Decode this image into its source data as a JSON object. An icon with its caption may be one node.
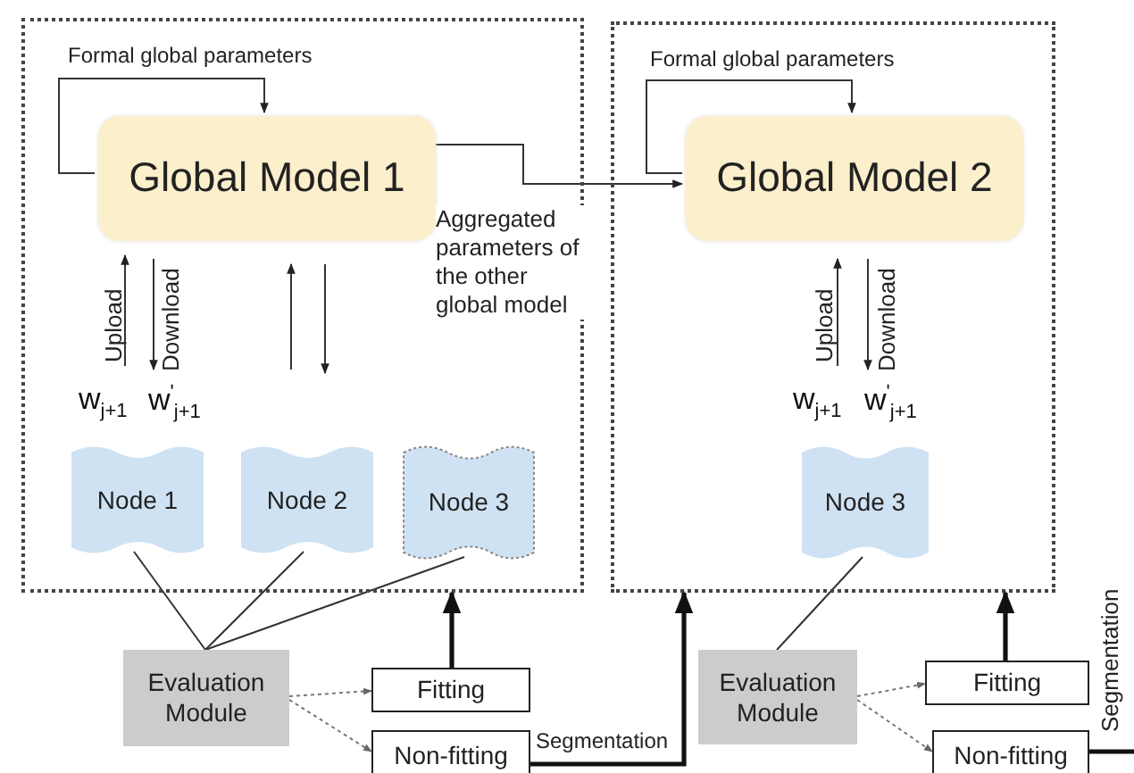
{
  "diagram": {
    "nodes": [
      {
        "text": [],
        "shape": "box"
      },
      {
        "text": [
          "Global Model 1"
        ],
        "in": 0
      },
      {
        "text": [
          "Node 1"
        ],
        "in": 0
      },
      {
        "text": [
          "Node 2"
        ],
        "in": 0
      },
      {
        "text": [
          "Node 3"
        ],
        "in": 0
      },
      {
        "text": [],
        "shape": "box"
      },
      {
        "text": [
          "Global Model 2"
        ],
        "in": 5
      },
      {
        "text": [
          "Node 3"
        ],
        "in": 5
      },
      {
        "text": [
          "Evaluation Module"
        ]
      },
      {
        "text": [
          "Fitting"
        ]
      },
      {
        "text": [
          "Non-fitting"
        ]
      },
      {
        "text": [
          "Evaluation Module"
        ]
      },
      {
        "text": [
          "Fitting"
        ]
      },
      {
        "text": [
          "Non-fitting"
        ]
      }
    ],
    "edges": [
      {
        "from": 1,
        "to": 1,
        "arrow": "to",
        "label": "Formal global parameters"
      },
      {
        "from": 1,
        "to": 6,
        "arrow": "to",
        "label": "Aggregated parameters of the other global model"
      },
      {
        "from": 6,
        "to": 6,
        "arrow": "to",
        "label": "Formal global parameters"
      },
      {
        "from": 2,
        "to": 1,
        "arrow": "to",
        "label": "Upload"
      },
      {
        "from": 1,
        "to": 2,
        "arrow": "to",
        "label": "Download"
      },
      {
        "from": 3,
        "to": 1,
        "arrow": "to"
      },
      {
        "from": 1,
        "to": 3,
        "arrow": "to"
      },
      {
        "from": 7,
        "to": 6,
        "arrow": "to",
        "label": "Upload"
      },
      {
        "from": 6,
        "to": 7,
        "arrow": "to",
        "label": "Download"
      },
      {
        "from": 2,
        "to": 8,
        "arrow": "none"
      },
      {
        "from": 3,
        "to": 8,
        "arrow": "none"
      },
      {
        "from": 4,
        "to": 8,
        "arrow": "none"
      },
      {
        "from": 8,
        "to": 9,
        "arrow": "to",
        "style": "dashed"
      },
      {
        "from": 8,
        "to": 10,
        "arrow": "to",
        "style": "dashed"
      },
      {
        "from": 9,
        "to": 0,
        "arrow": "to",
        "style": "thick"
      },
      {
        "from": 10,
        "to": 5,
        "arrow": "to",
        "style": "thick",
        "label": "Segmentation"
      },
      {
        "from": 7,
        "to": 11,
        "arrow": "none"
      },
      {
        "from": 11,
        "to": 12,
        "arrow": "to",
        "style": "dashed"
      },
      {
        "from": 11,
        "to": 13,
        "arrow": "to",
        "style": "dashed"
      },
      {
        "from": 12,
        "to": 5,
        "arrow": "to",
        "style": "thick"
      },
      {
        "from": 13,
        "to": null,
        "arrow": "none",
        "style": "thick",
        "label": "Segmentation"
      }
    ],
    "labels": [
      "w$_{j+1}$",
      "w$^{'}$$_{j+1}$",
      "w$_{j+1}$",
      "w$^{'}$$_{j+1}$"
    ]
  }
}
